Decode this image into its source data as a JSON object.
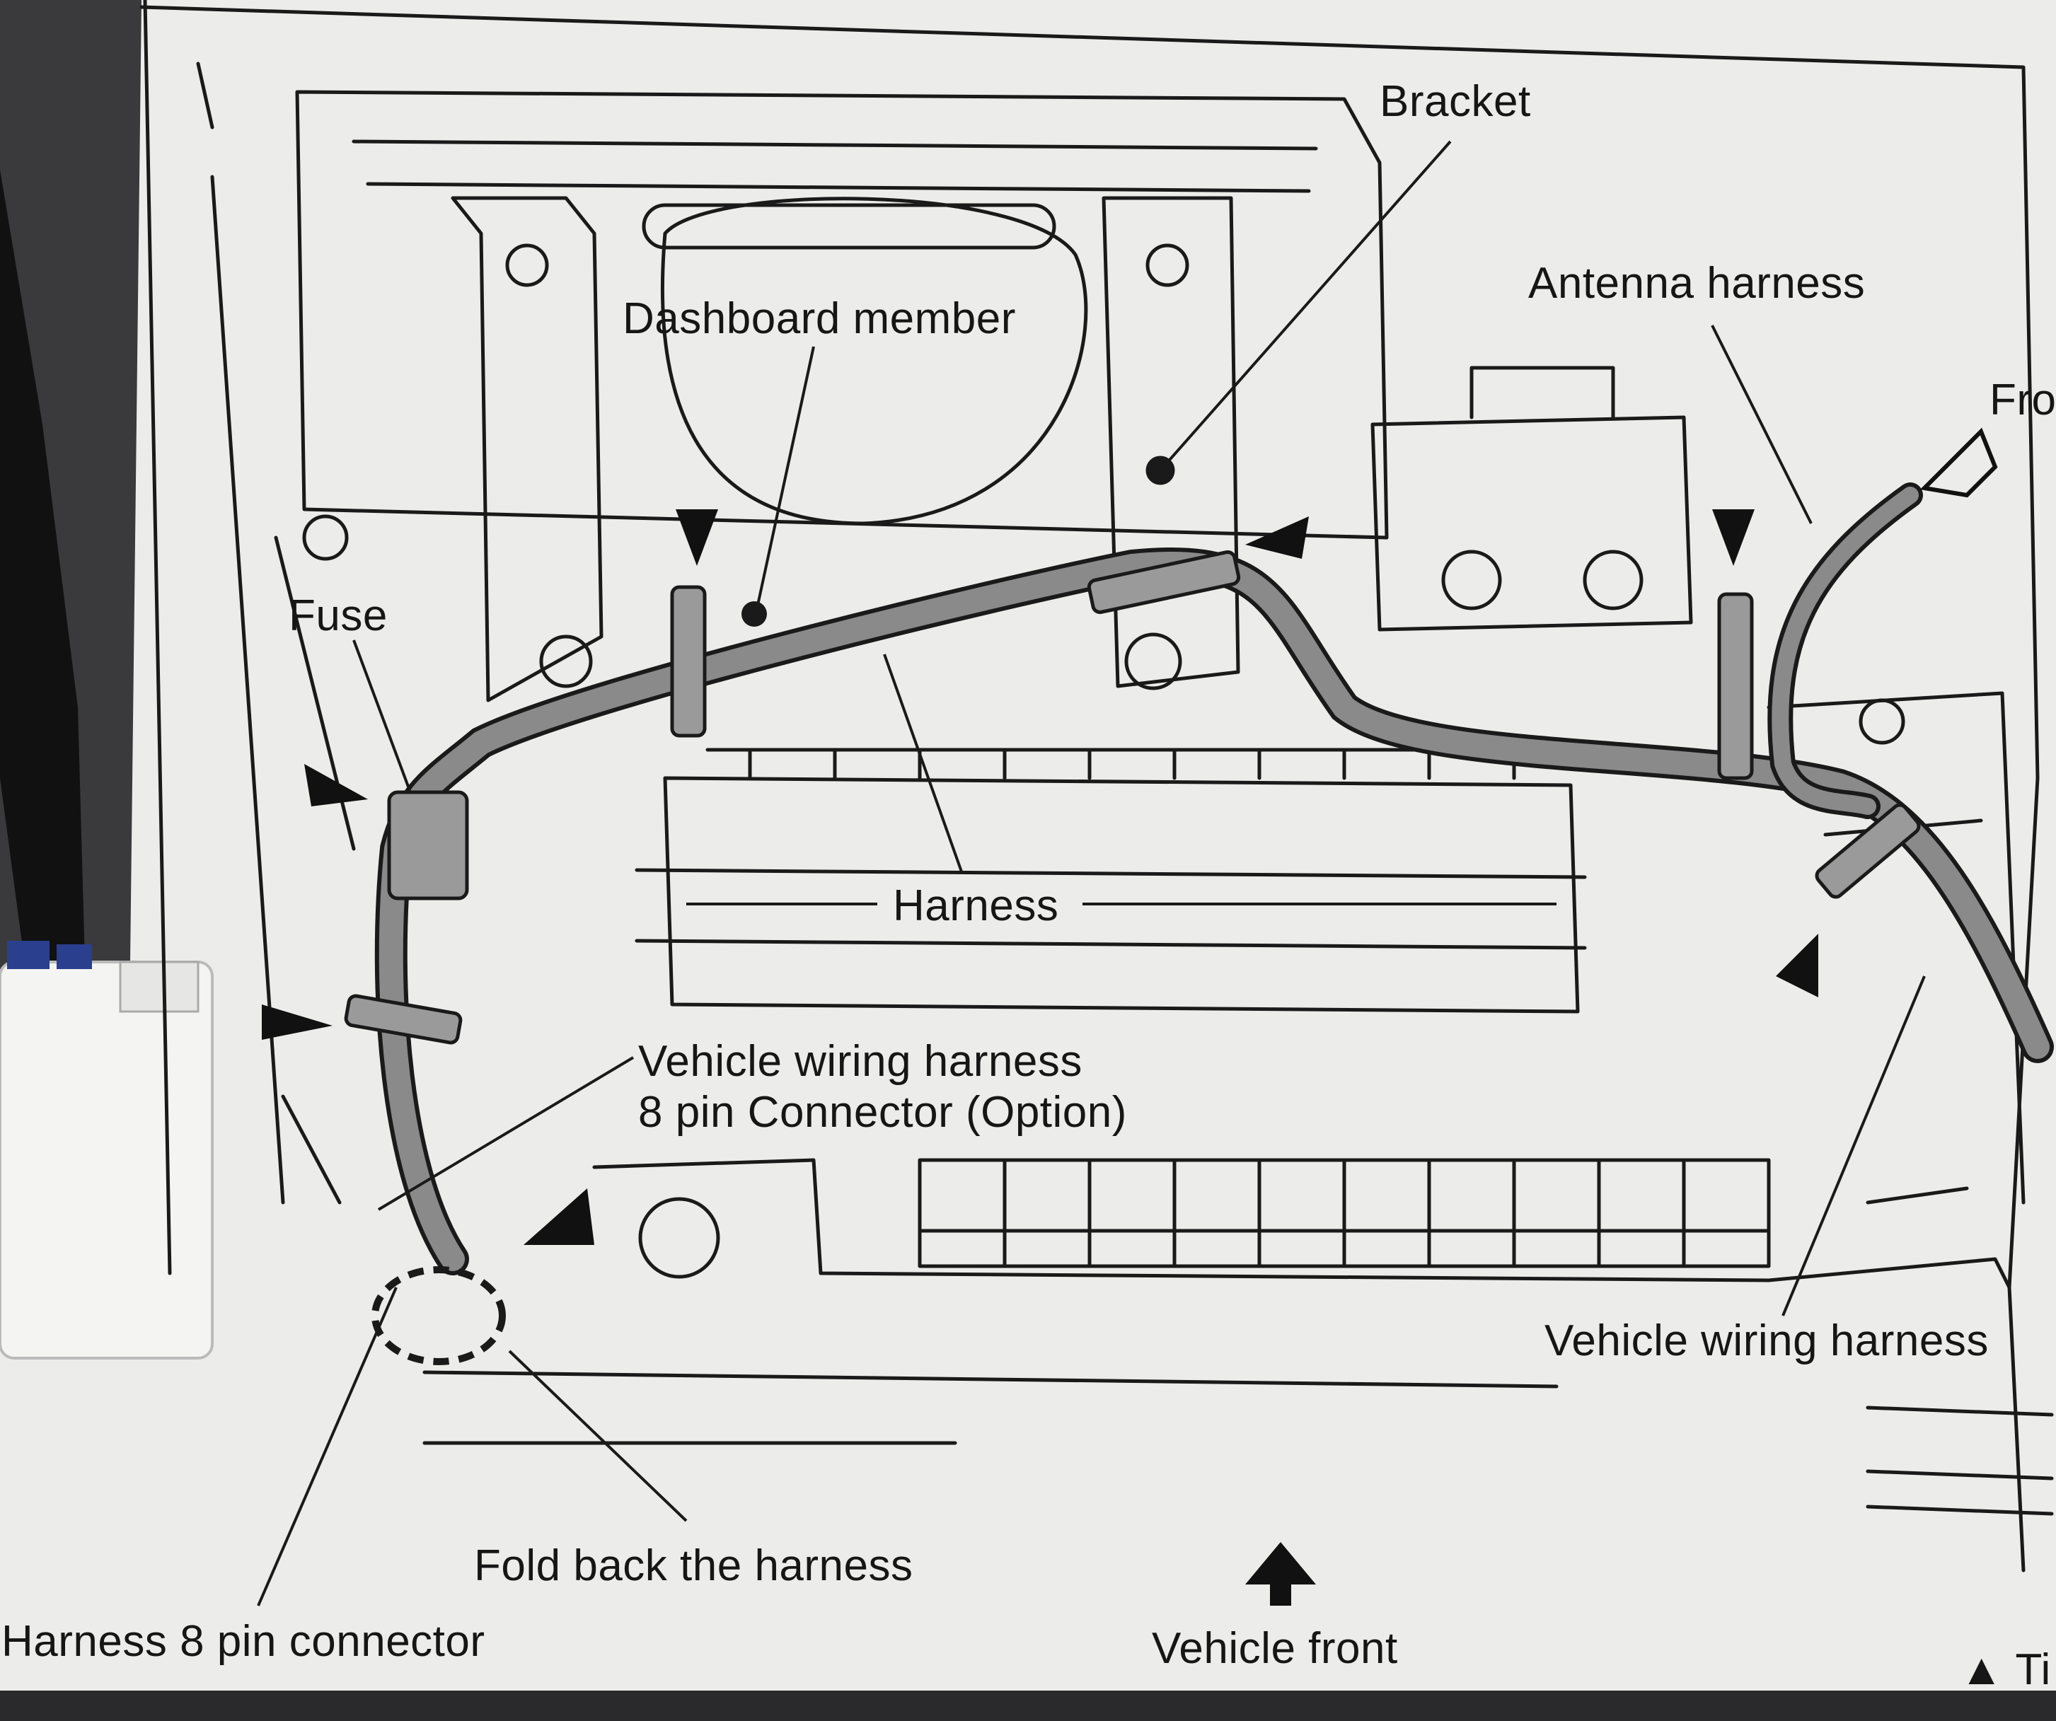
{
  "diagram": {
    "labels": {
      "bracket": "Bracket",
      "antenna_harness": "Antenna harness",
      "front_partial": "Fro",
      "dashboard_member": "Dashboard member",
      "fuse": "Fuse",
      "harness": "Harness",
      "vehicle_wiring_connector_line1": "Vehicle wiring harness",
      "vehicle_wiring_connector_line2": "8 pin Connector (Option)",
      "vehicle_wiring_harness": "Vehicle wiring harness",
      "fold_back": "Fold back the harness",
      "harness_8pin": "Harness 8 pin connector",
      "vehicle_front": "Vehicle front",
      "tie_partial": "▲ Ti"
    },
    "icons": {
      "vehicle_front_arrow": "up-arrow-icon",
      "tie_position_marker": "triangle-marker-icon"
    },
    "colors": {
      "paper": "#ececea",
      "ink": "#1a1a1a",
      "harness": "#8a8a8a",
      "background": "#3a3a3d"
    }
  }
}
